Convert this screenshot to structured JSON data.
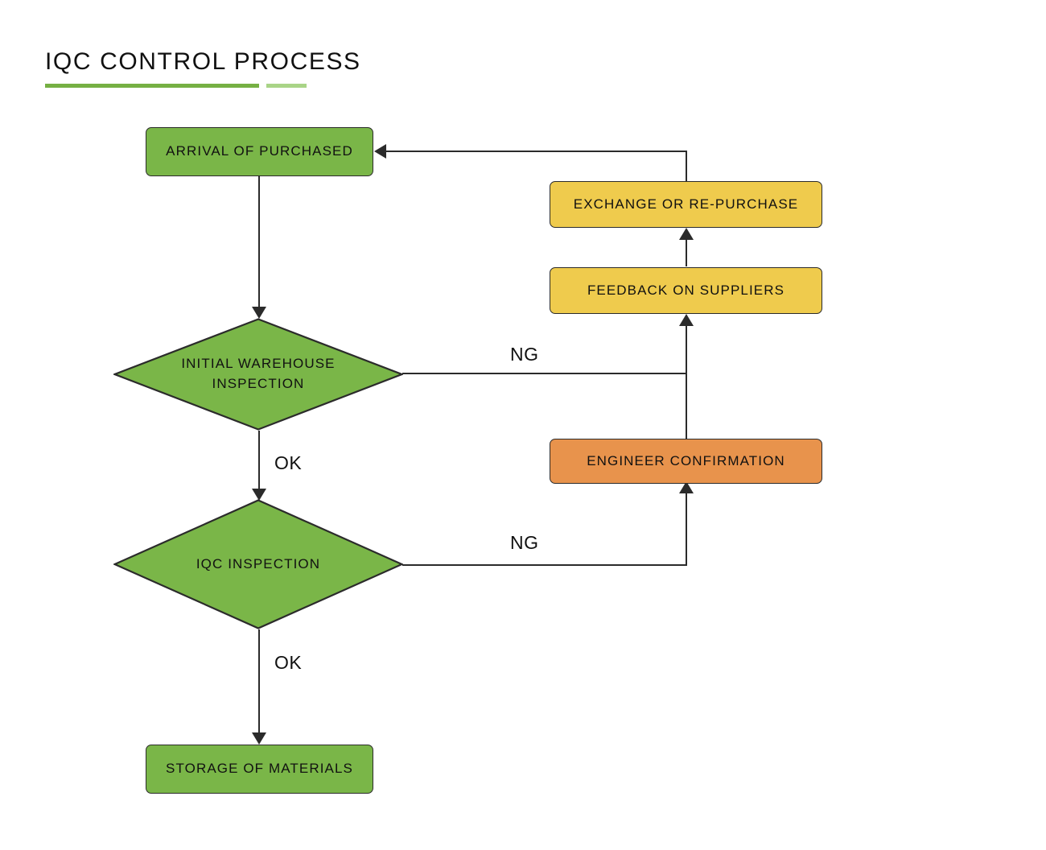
{
  "header": {
    "title": "IQC CONTROL PROCESS",
    "rule_main_color": "#76b043",
    "rule_accent_color": "#a9d487"
  },
  "palette": {
    "green": "#7ab648",
    "yellow": "#efcb4d",
    "orange": "#e8934c",
    "stroke": "#2b2b2b",
    "text": "#111111",
    "background": "#ffffff"
  },
  "chart_data": {
    "type": "diagram",
    "title": "IQC CONTROL PROCESS",
    "nodes": [
      {
        "id": "arrival",
        "label": "ARRIVAL OF PURCHASED",
        "shape": "rounded-rect",
        "color": "#7ab648"
      },
      {
        "id": "initial",
        "label": "INITIAL WAREHOUSE\nINSPECTION",
        "shape": "diamond",
        "color": "#7ab648"
      },
      {
        "id": "iqc",
        "label": "IQC INSPECTION",
        "shape": "diamond",
        "color": "#7ab648"
      },
      {
        "id": "storage",
        "label": "STORAGE OF MATERIALS",
        "shape": "rounded-rect",
        "color": "#7ab648"
      },
      {
        "id": "exchange",
        "label": "EXCHANGE OR RE-PURCHASE",
        "shape": "rounded-rect",
        "color": "#efcb4d"
      },
      {
        "id": "feedback",
        "label": "FEEDBACK ON SUPPLIERS",
        "shape": "rounded-rect",
        "color": "#efcb4d"
      },
      {
        "id": "engineer",
        "label": "ENGINEER CONFIRMATION",
        "shape": "rounded-rect",
        "color": "#e8934c"
      }
    ],
    "edges": [
      {
        "from": "arrival",
        "to": "initial",
        "label": ""
      },
      {
        "from": "initial",
        "to": "feedback",
        "label": "NG"
      },
      {
        "from": "initial",
        "to": "iqc",
        "label": "OK"
      },
      {
        "from": "iqc",
        "to": "engineer",
        "label": "NG"
      },
      {
        "from": "iqc",
        "to": "storage",
        "label": "OK"
      },
      {
        "from": "engineer",
        "to": "feedback",
        "label": ""
      },
      {
        "from": "feedback",
        "to": "exchange",
        "label": ""
      },
      {
        "from": "exchange",
        "to": "arrival",
        "label": ""
      }
    ]
  },
  "nodes": {
    "arrival": {
      "label": "ARRIVAL OF PURCHASED"
    },
    "initial": {
      "label": "INITIAL WAREHOUSE\nINSPECTION"
    },
    "iqc": {
      "label": "IQC INSPECTION"
    },
    "storage": {
      "label": "STORAGE OF MATERIALS"
    },
    "exchange": {
      "label": "EXCHANGE OR RE-PURCHASE"
    },
    "feedback": {
      "label": "FEEDBACK ON SUPPLIERS"
    },
    "engineer": {
      "label": "ENGINEER CONFIRMATION"
    }
  },
  "edge_labels": {
    "ng_initial": "NG",
    "ok_initial": "OK",
    "ng_iqc": "NG",
    "ok_iqc": "OK"
  }
}
